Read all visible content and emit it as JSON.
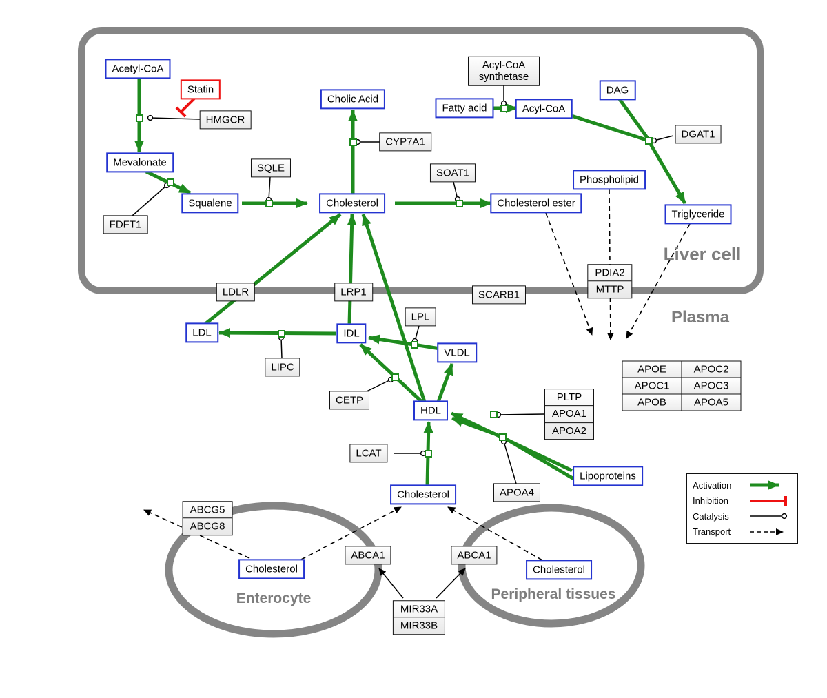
{
  "regions": {
    "liver": "Liver cell",
    "plasma": "Plasma",
    "enterocyte": "Enterocyte",
    "peripheral": "Peripheral tissues"
  },
  "metabolites": {
    "acetyl_coa": "Acetyl-CoA",
    "mevalonate": "Mevalonate",
    "squalene": "Squalene",
    "cholic_acid": "Cholic Acid",
    "cholesterol_liver": "Cholesterol",
    "fatty_acid": "Fatty acid",
    "acyl_coa": "Acyl-CoA",
    "dag": "DAG",
    "phospholipid": "Phospholipid",
    "cholesterol_ester": "Cholesterol ester",
    "triglyceride": "Triglyceride",
    "ldl": "LDL",
    "idl": "IDL",
    "vldl": "VLDL",
    "hdl": "HDL",
    "lipoproteins": "Lipoproteins",
    "cholesterol_plasma": "Cholesterol",
    "cholesterol_enterocyte": "Cholesterol",
    "cholesterol_peripheral": "Cholesterol"
  },
  "enzymes": {
    "statin": "Statin",
    "hmgcr": "HMGCR",
    "sqle": "SQLE",
    "fdft1": "FDFT1",
    "cyp7a1": "CYP7A1",
    "soat1": "SOAT1",
    "acyl_coa_synthetase": "Acyl-CoA synthetase",
    "dgat1": "DGAT1",
    "pdia2": "PDIA2",
    "mttp": "MTTP",
    "ldlr": "LDLR",
    "lrp1": "LRP1",
    "scarb1": "SCARB1",
    "lipc": "LIPC",
    "lpl": "LPL",
    "cetp": "CETP",
    "lcat": "LCAT",
    "pltp": "PLTP",
    "apoa1": "APOA1",
    "apoa2": "APOA2",
    "apoa4": "APOA4",
    "abcg5": "ABCG5",
    "abcg8": "ABCG8",
    "abca1_left": "ABCA1",
    "abca1_right": "ABCA1",
    "mir33a": "MIR33A",
    "mir33b": "MIR33B"
  },
  "apo_table": [
    [
      "APOE",
      "APOC2"
    ],
    [
      "APOC1",
      "APOC3"
    ],
    [
      "APOB",
      "APOA5"
    ]
  ],
  "legend": {
    "activation": "Activation",
    "inhibition": "Inhibition",
    "catalysis": "Catalysis",
    "transport": "Transport"
  },
  "colors": {
    "activation_green": "#1e8b1e",
    "inhibition_red": "#ee1111",
    "membrane_gray": "#858585",
    "metabolite_border_blue": "#2434d0"
  }
}
